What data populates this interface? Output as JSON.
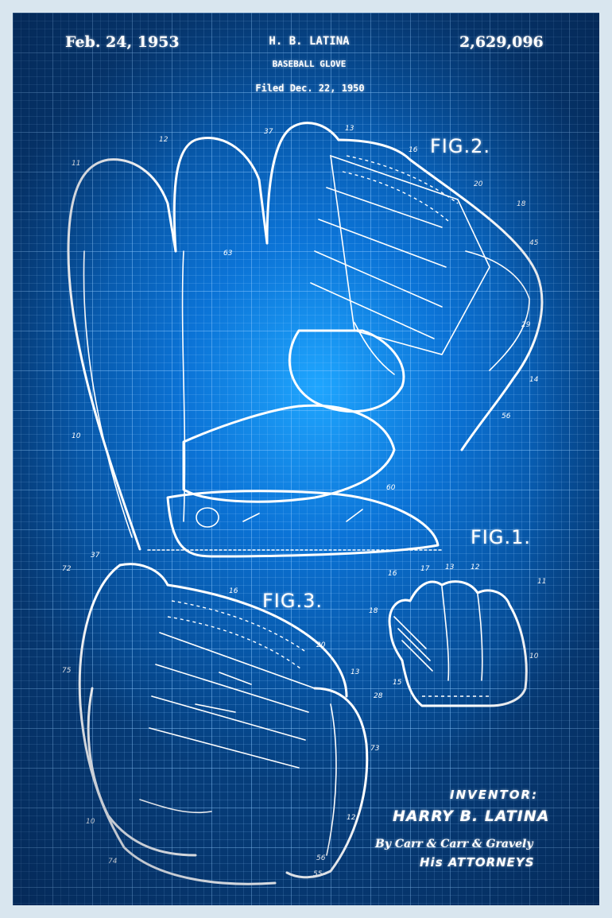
{
  "header": {
    "date": "Feb. 24, 1953",
    "inventor_line": "H. B. LATINA",
    "subject": "BASEBALL GLOVE",
    "filed": "Filed Dec. 22, 1950",
    "patent_number": "2,629,096"
  },
  "figures": {
    "fig1": "FIG.1.",
    "fig2": "FIG.2.",
    "fig3": "FIG.3."
  },
  "signature": {
    "inventor_label": "INVENTOR:",
    "inventor_name": "HARRY B. LATINA",
    "by_line": "By Carr & Carr & Gravely",
    "attorneys": "His ATTORNEYS"
  },
  "colors": {
    "background_outer": "#d9e6ef",
    "blueprint_center": "#1fa6ff",
    "blueprint_edge": "#063d7a",
    "line": "#ffffff"
  }
}
